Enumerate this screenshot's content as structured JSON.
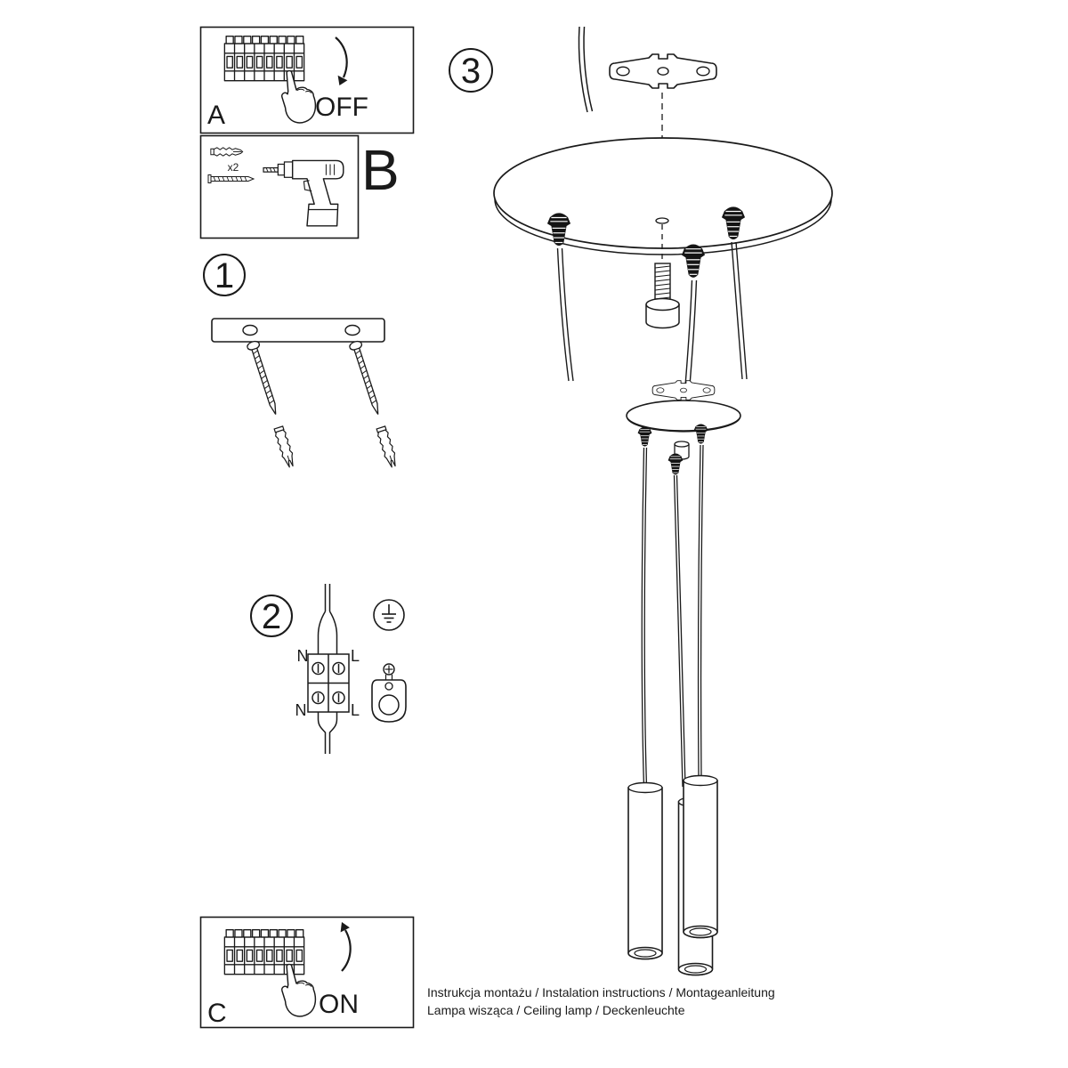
{
  "panel_a": {
    "label": "A",
    "switch_state": "OFF"
  },
  "panel_b": {
    "label": "B",
    "anchor_quantity": "x2"
  },
  "panel_c": {
    "label": "C",
    "switch_state": "ON"
  },
  "step_1": {
    "number": "1"
  },
  "step_2": {
    "number": "2",
    "wiring": {
      "neutral_top": "N",
      "line_top": "L",
      "neutral_bottom": "N",
      "line_bottom": "L"
    }
  },
  "step_3": {
    "number": "3"
  },
  "footer": {
    "line1": "Instrukcja montażu / Instalation instructions / Montageanleitung",
    "line2": "Lampa wisząca / Ceiling lamp / Deckenleuchte"
  }
}
